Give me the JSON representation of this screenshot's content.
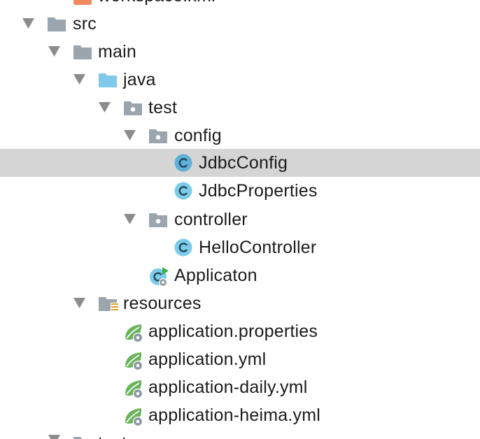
{
  "tree": {
    "top_cut_item": "workspace.xml",
    "bottom_cut_item": "test",
    "src": "src",
    "main": "main",
    "java": "java",
    "test_pkg": "test",
    "config": "config",
    "jdbc_config": "JdbcConfig",
    "jdbc_properties": "JdbcProperties",
    "controller": "controller",
    "hello_controller": "HelloController",
    "application": "Applicaton",
    "resources": "resources",
    "app_properties": "application.properties",
    "app_yml": "application.yml",
    "app_daily_yml": "application-daily.yml",
    "app_heima_yml": "application-heima.yml"
  },
  "colors": {
    "selection": "#d5d5d5",
    "folder_gray": "#9aa5ae",
    "source_folder_blue": "#7fc9ea",
    "class_icon": "#5eb0d6",
    "spring_green": "#6bb35c",
    "xml_orange": "#f08a5d"
  }
}
